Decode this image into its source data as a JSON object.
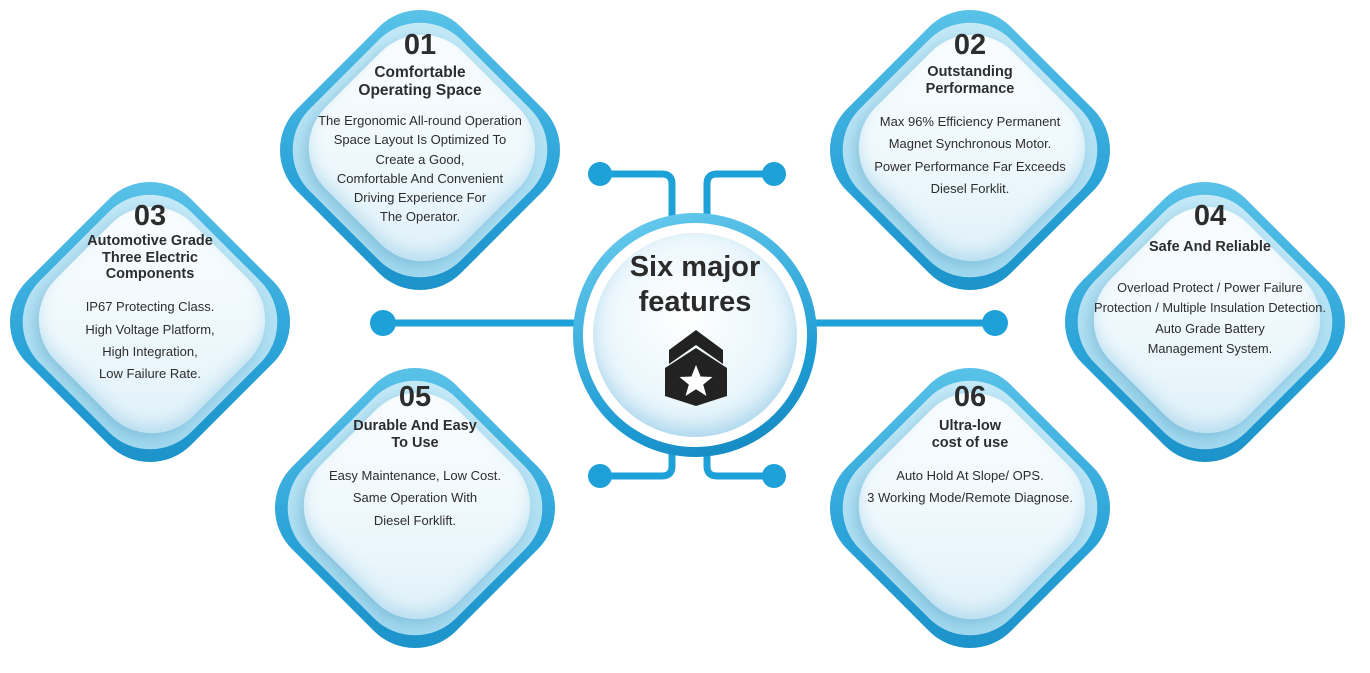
{
  "center": {
    "title_line1": "Six major",
    "title_line2": "features",
    "icon": "star-shield-icon"
  },
  "features": [
    {
      "number": "01",
      "title_lines": [
        "Comfortable",
        "Operating Space"
      ],
      "desc_lines": [
        "The Ergonomic All-round Operation",
        "Space Layout Is Optimized To",
        "Create a Good,",
        "Comfortable And Convenient",
        "Driving Experience For",
        "The Operator."
      ]
    },
    {
      "number": "02",
      "title_lines": [
        "Outstanding",
        "Performance"
      ],
      "desc_lines": [
        "Max 96% Efficiency Permanent",
        "Magnet Synchronous Motor.",
        "Power Performance Far Exceeds",
        "Diesel Forklit."
      ]
    },
    {
      "number": "03",
      "title_lines": [
        "Automotive Grade",
        "Three Electric",
        "Components"
      ],
      "desc_lines": [
        "IP67 Protecting Class.",
        "High Voltage Platform,",
        "High Integration,",
        "Low Failure Rate."
      ]
    },
    {
      "number": "04",
      "title_lines": [
        "Safe And Reliable"
      ],
      "desc_lines": [
        "Overload Protect / Power Failure",
        "Protection / Multiple Insulation Detection.",
        "Auto Grade Battery",
        "Management System."
      ]
    },
    {
      "number": "05",
      "title_lines": [
        "Durable And Easy",
        "To Use"
      ],
      "desc_lines": [
        "Easy Maintenance, Low Cost.",
        "Same Operation With",
        "Diesel Forklift."
      ]
    },
    {
      "number": "06",
      "title_lines": [
        "Ultra-low",
        "cost of use"
      ],
      "desc_lines": [
        "Auto Hold At Slope/ OPS.",
        "3 Working Mode/Remote Diagnose."
      ]
    }
  ],
  "colors": {
    "accent": "#1ea0d8",
    "accent_dark": "#1583bd",
    "text": "#2d2d2d",
    "badge": "#222222"
  }
}
